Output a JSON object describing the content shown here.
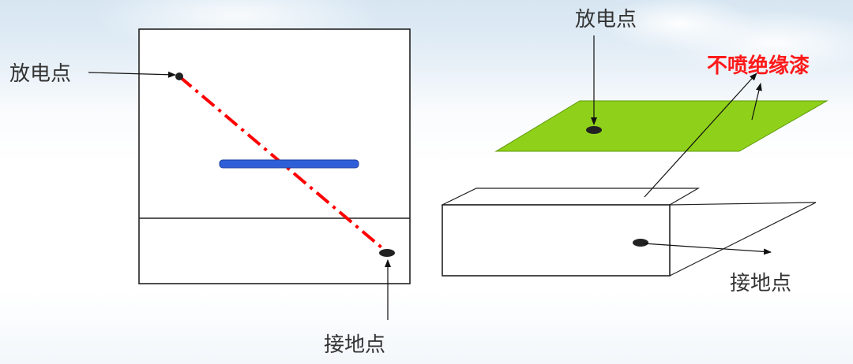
{
  "labels": {
    "left_discharge": "放电点",
    "left_ground": "接地点",
    "right_discharge": "放电点",
    "right_ground": "接地点",
    "no_paint": "不喷绝缘漆"
  },
  "colors": {
    "red_path": "#ff0000",
    "blue_bar": "#2f5fd8",
    "green_plate": "#8fd11a",
    "red_label": "#ff1a1a"
  }
}
